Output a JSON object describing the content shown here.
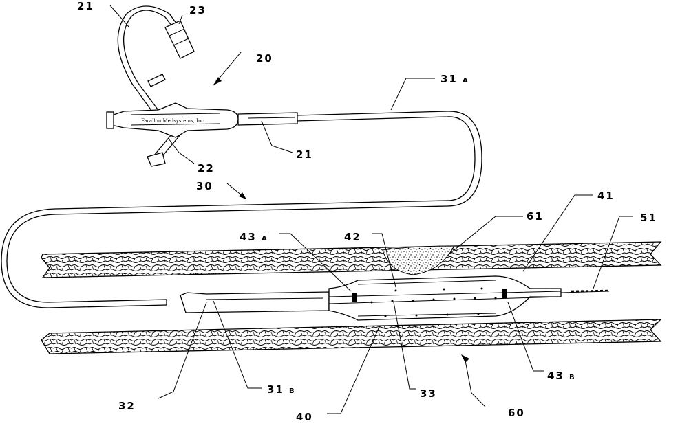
{
  "figure": {
    "brand_text": "Farallon Medsystems, Inc.",
    "labels": {
      "l21_top": "21",
      "l23": "23",
      "l20": "20",
      "l31a_num": "31",
      "l31a_suf": "A",
      "l21_mid": "21",
      "l22": "22",
      "l30": "30",
      "l41": "41",
      "l61": "61",
      "l51": "51",
      "l43a_num": "43",
      "l43a_suf": "A",
      "l42": "42",
      "l32": "32",
      "l31b_num": "31",
      "l31b_suf": "B",
      "l33": "33",
      "l43b_num": "43",
      "l43b_suf": "B",
      "l40": "40",
      "l60": "60"
    }
  }
}
